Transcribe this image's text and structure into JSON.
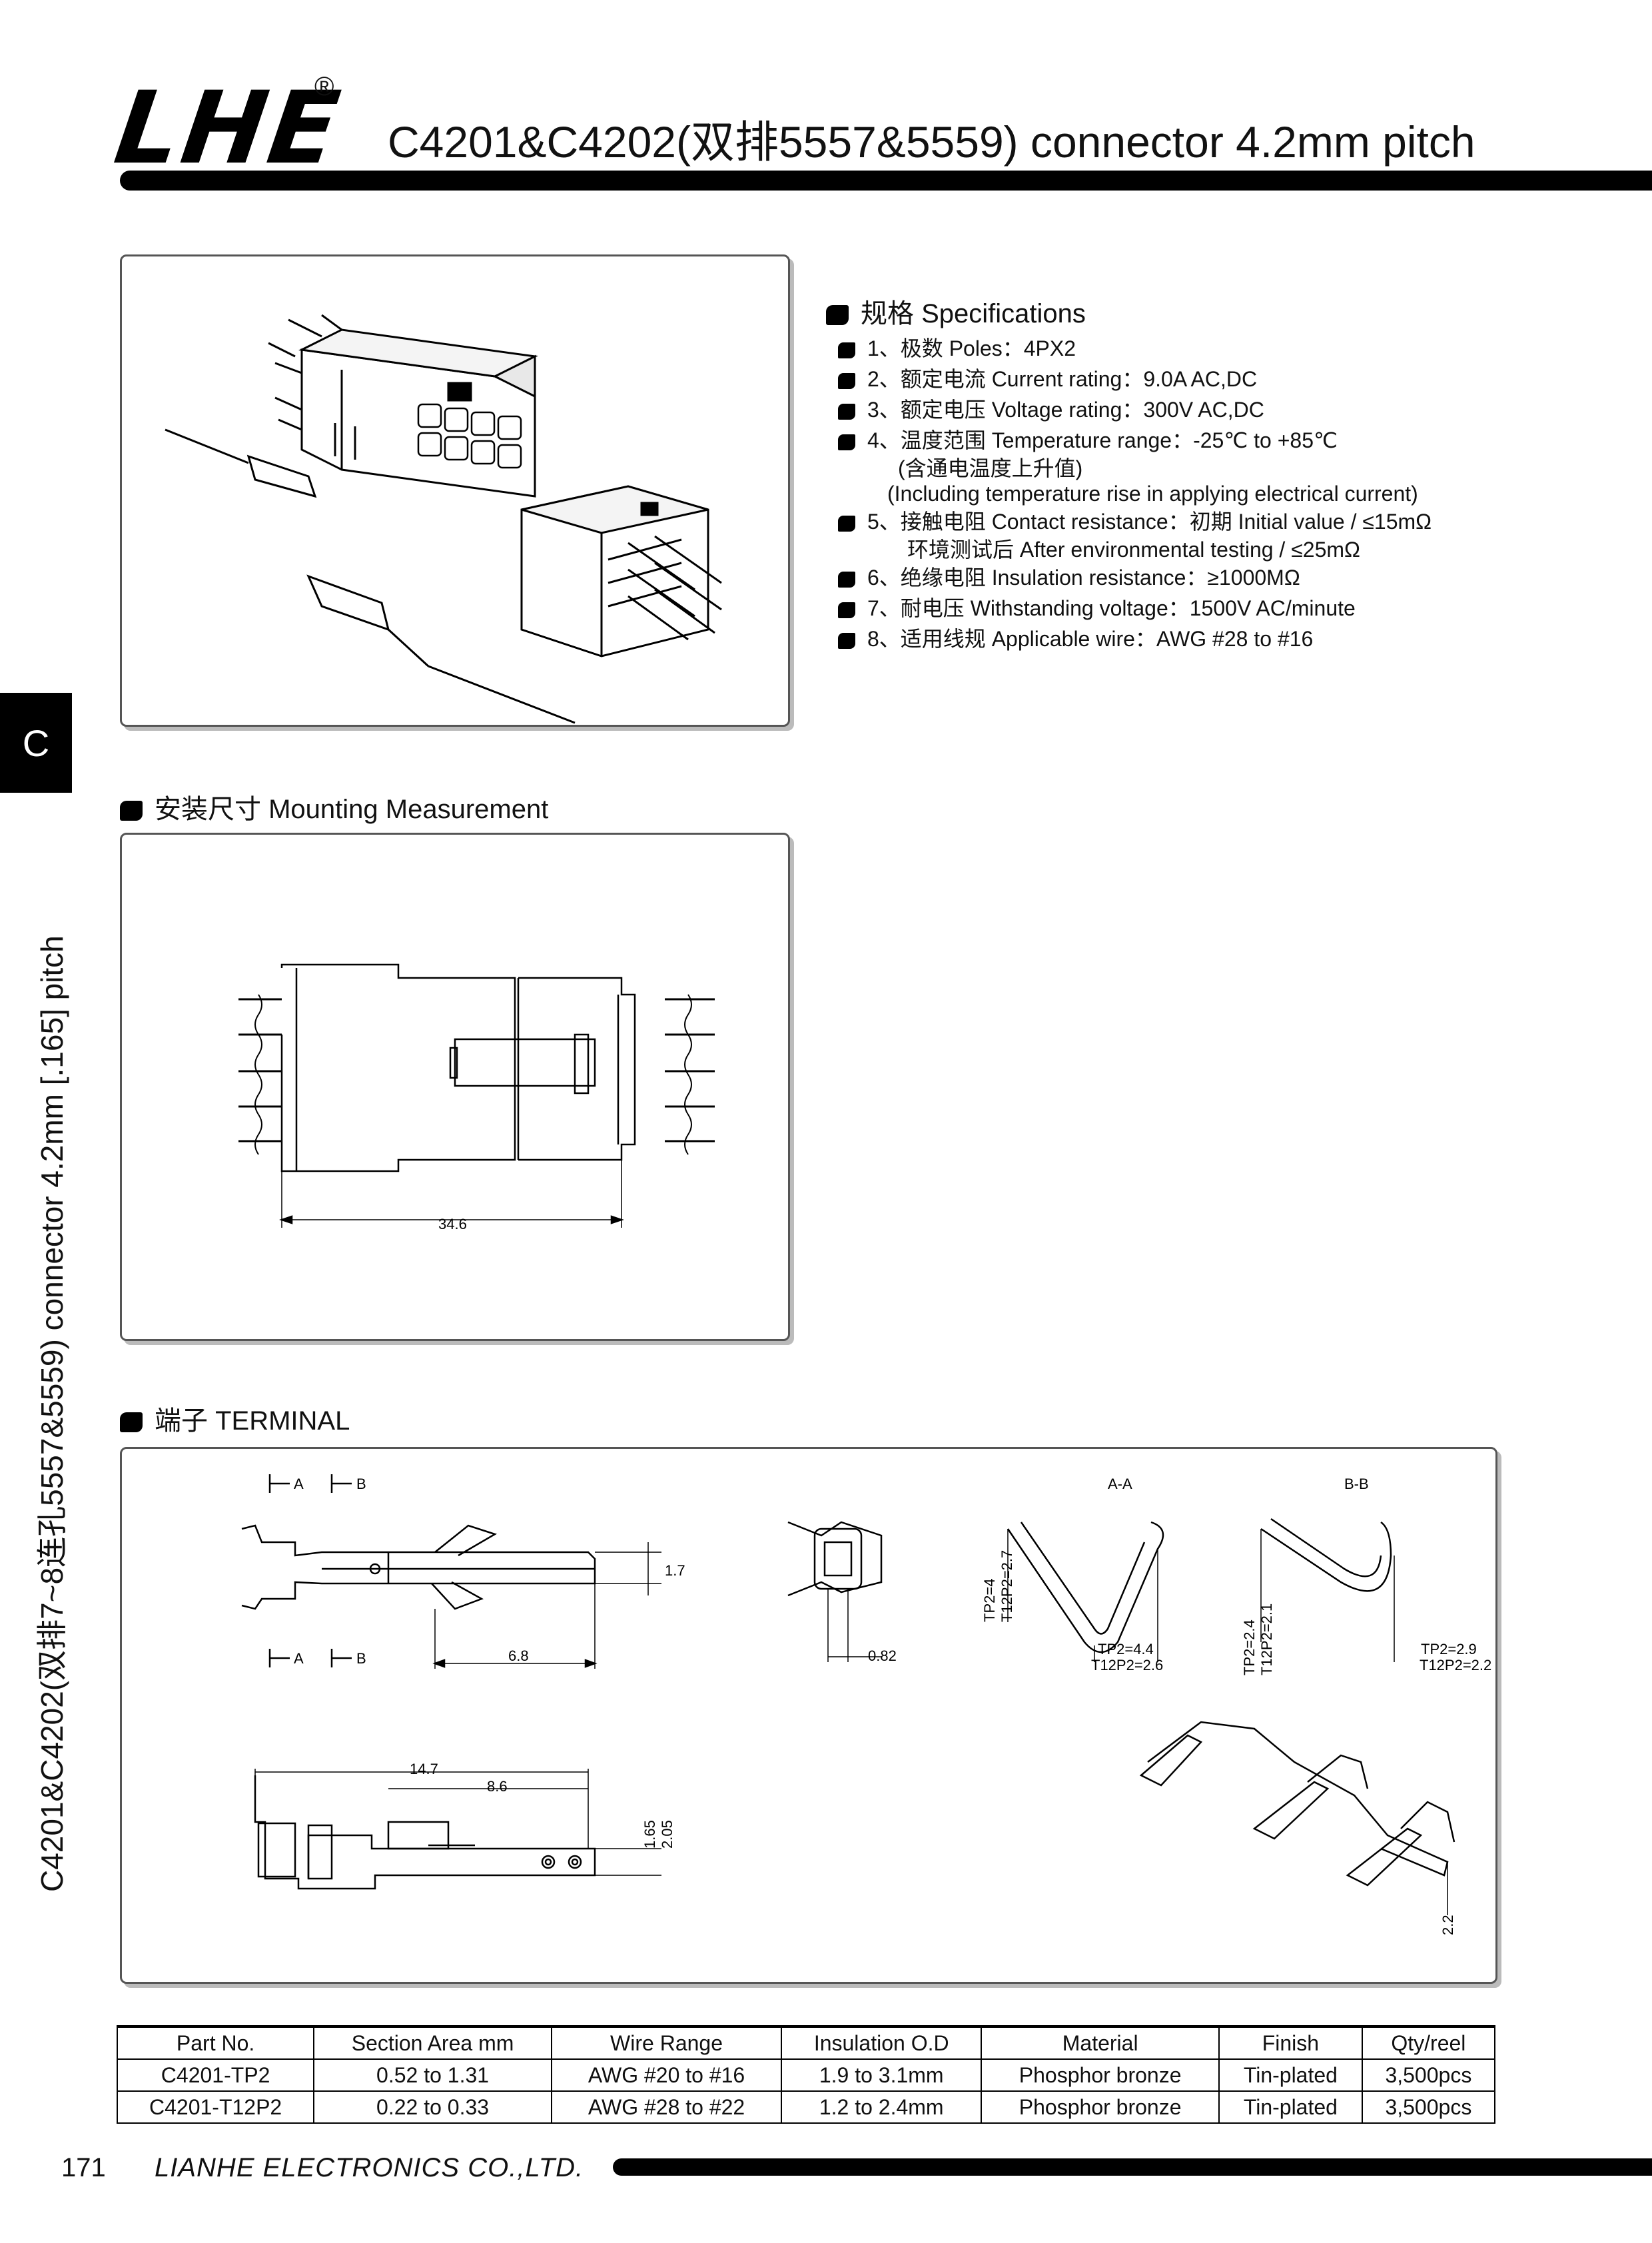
{
  "header": {
    "logo": "LHE",
    "registered": "®",
    "title": "C4201&C4202(双排5557&5559) connector 4.2mm pitch"
  },
  "side": {
    "tab": "C",
    "vertical_title": "C4201&C4202(双排7~8连孔5557&5559) connector 4.2mm [.165] pitch"
  },
  "specs": {
    "heading": "规格 Specifications",
    "items": [
      "1、极数 Poles：4PX2",
      "2、额定电流 Current rating：9.0A  AC,DC",
      "3、额定电压 Voltage rating：300V  AC,DC",
      "4、温度范围 Temperature range：-25℃ to +85℃",
      "5、接触电阻 Contact resistance：初期 Initial value / ≤15mΩ",
      "6、绝缘电阻 Insulation resistance：≥1000MΩ",
      "7、耐电压 Withstanding voltage：1500V  AC/minute",
      "8、适用线规 Applicable wire：AWG #28 to #16"
    ],
    "item4_line2": "(含通电温度上升值)",
    "item4_line3": "(Including temperature rise in applying electrical current)",
    "item5_line2": "环境测试后 After environmental testing / ≤25mΩ"
  },
  "mounting": {
    "heading": "安装尺寸 Mounting Measurement",
    "dim": "34.6"
  },
  "terminal": {
    "heading": "端子 TERMINAL",
    "labels": {
      "a": "A",
      "b": "B",
      "section_aa": "A-A",
      "section_bb": "B-B",
      "d_1_7": "1.7",
      "d_6_8": "6.8",
      "d_0_82": "0.82",
      "d_14_7": "14.7",
      "d_8_6": "8.6",
      "d_1_65": "1.65",
      "d_2_05": "2.05",
      "d_2_2": "2.2",
      "tp2_4": "TP2=4",
      "t12p2_2_7": "T12P2=2.7",
      "tp2_4_4": "TP2=4.4",
      "t12p2_2_6": "T12P2=2.6",
      "tp2_2_4": "TP2=2.4",
      "t12p2_2_1": "T12P2=2.1",
      "tp2_2_9": "TP2=2.9",
      "t12p2_2_2": "T12P2=2.2"
    }
  },
  "table": {
    "headers": [
      "Part No.",
      "Section Area mm",
      "Wire Range",
      "Insulation O.D",
      "Material",
      "Finish",
      "Qty/reel"
    ],
    "rows": [
      [
        "C4201-TP2",
        "0.52 to 1.31",
        "AWG #20 to #16",
        "1.9 to 3.1mm",
        "Phosphor bronze",
        "Tin-plated",
        "3,500pcs"
      ],
      [
        "C4201-T12P2",
        "0.22 to 0.33",
        "AWG #28 to #22",
        "1.2 to 2.4mm",
        "Phosphor bronze",
        "Tin-plated",
        "3,500pcs"
      ]
    ]
  },
  "footer": {
    "page": "171",
    "company": "LIANHE ELECTRONICS CO.,LTD."
  }
}
